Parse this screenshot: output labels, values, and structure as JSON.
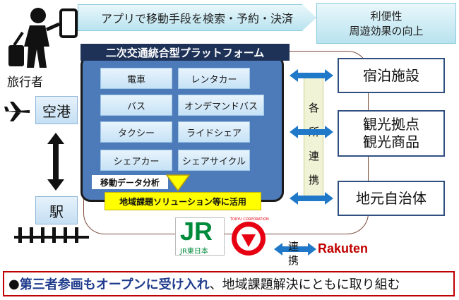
{
  "banner": {
    "search_booking_payment": "アプリで移動手段を検索・予約・決済",
    "convenience_line1": "利便性",
    "convenience_line2": "周遊効果の向上"
  },
  "traveler": {
    "label": "旅行者"
  },
  "airport": {
    "label": "空港"
  },
  "station": {
    "label": "駅"
  },
  "platform": {
    "title": "二次交通統合型プラットフォーム",
    "services": [
      "電車",
      "レンタカー",
      "バス",
      "オンデマンドバス",
      "タクシー",
      "ライドシェア",
      "シェアカー",
      "シェアサイクル"
    ],
    "analysis_label": "移動データ分析",
    "solution_label": "地域課題ソリューション等に活用"
  },
  "coordination": {
    "chars": [
      "各",
      "所",
      "連",
      "携"
    ]
  },
  "destinations": {
    "lodging": "宿泊施設",
    "tourism_line1": "観光拠点",
    "tourism_line2": "観光商品",
    "municipality": "地元自治体"
  },
  "partners": {
    "jr_logo_text": "JR",
    "jr_caption": "JR東日本",
    "tokyu_caption": "TOKYU CORPORATION",
    "link_line1": "連",
    "link_line2": "携",
    "rakuten": "Rakuten"
  },
  "footer": {
    "bullet": "●",
    "highlight": "第三者参画もオープンに受け入れ",
    "rest": "、地域課題解決にともに取り組む"
  },
  "colors": {
    "platform_blue": "#4d7ab8",
    "navy": "#1e3258",
    "highlight_yellow": "#ffff00",
    "footer_red": "#c00000",
    "footer_blue": "#1f3b8c",
    "arrow_blue": "#1f78c8",
    "jr_green": "#008a3c",
    "tokyu_red": "#e60012",
    "rakuten_red": "#bf0000"
  }
}
